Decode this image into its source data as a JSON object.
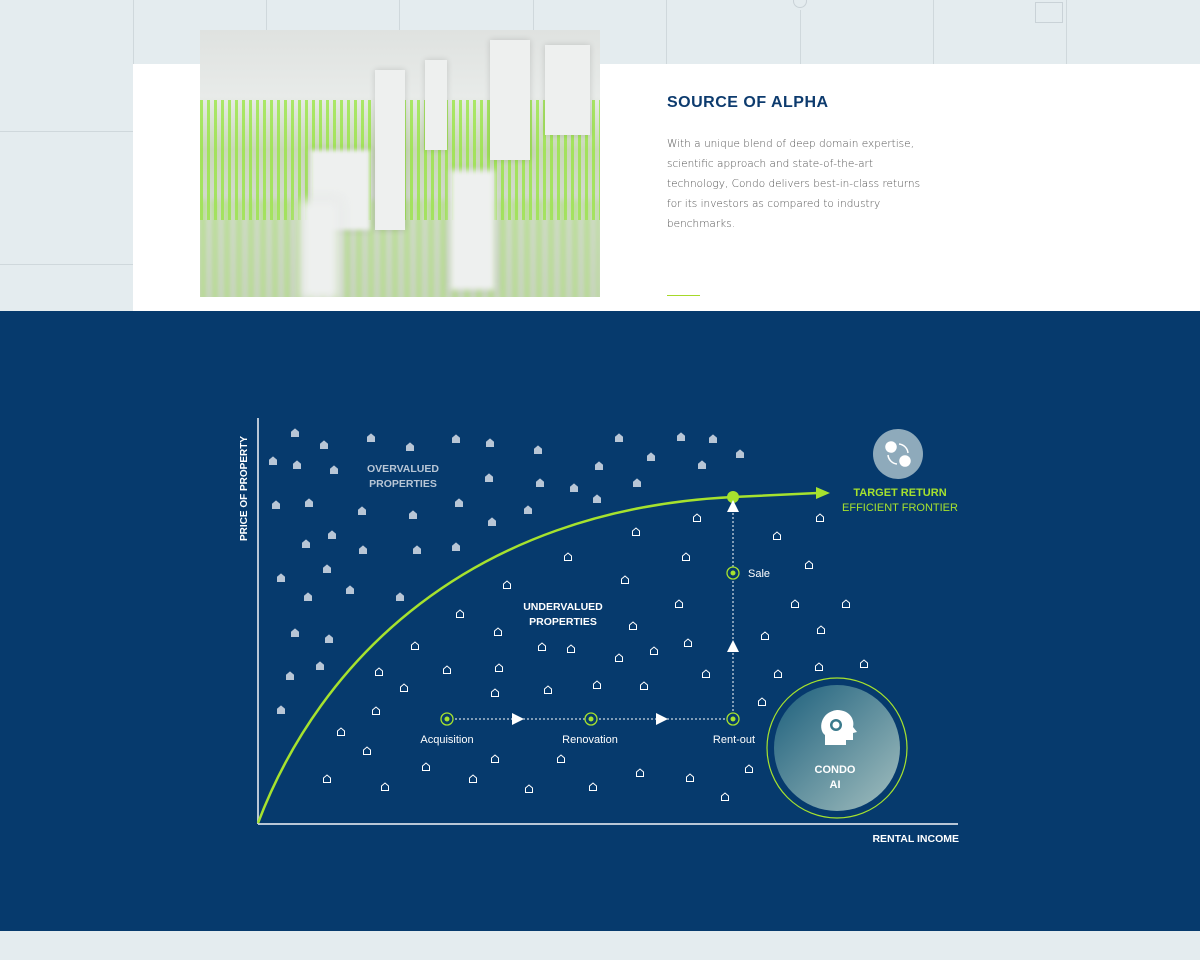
{
  "section": {
    "title": "SOURCE OF ALPHA",
    "body": "With a unique blend of deep domain expertise, scientific approach and state-of-the-art technology, Condo delivers best-in-class returns for its investors as compared to industry benchmarks."
  },
  "diagram": {
    "y_axis_label": "PRICE OF PROPERTY",
    "x_axis_label": "RENTAL INCOME",
    "overvalued": [
      "OVERVALUED",
      "PROPERTIES"
    ],
    "undervalued": [
      "UNDERVALUED",
      "PROPERTIES"
    ],
    "target": [
      "TARGET RETURN",
      "EFFICIENT FRONTIER"
    ],
    "steps": [
      "Acquisition",
      "Renovation",
      "Rent-out",
      "Sale"
    ],
    "badge": [
      "CONDO",
      "AI"
    ],
    "colors": {
      "accent": "#a6e22e",
      "navy": "#063a6d",
      "house_filled": "#b8c6d6"
    }
  }
}
